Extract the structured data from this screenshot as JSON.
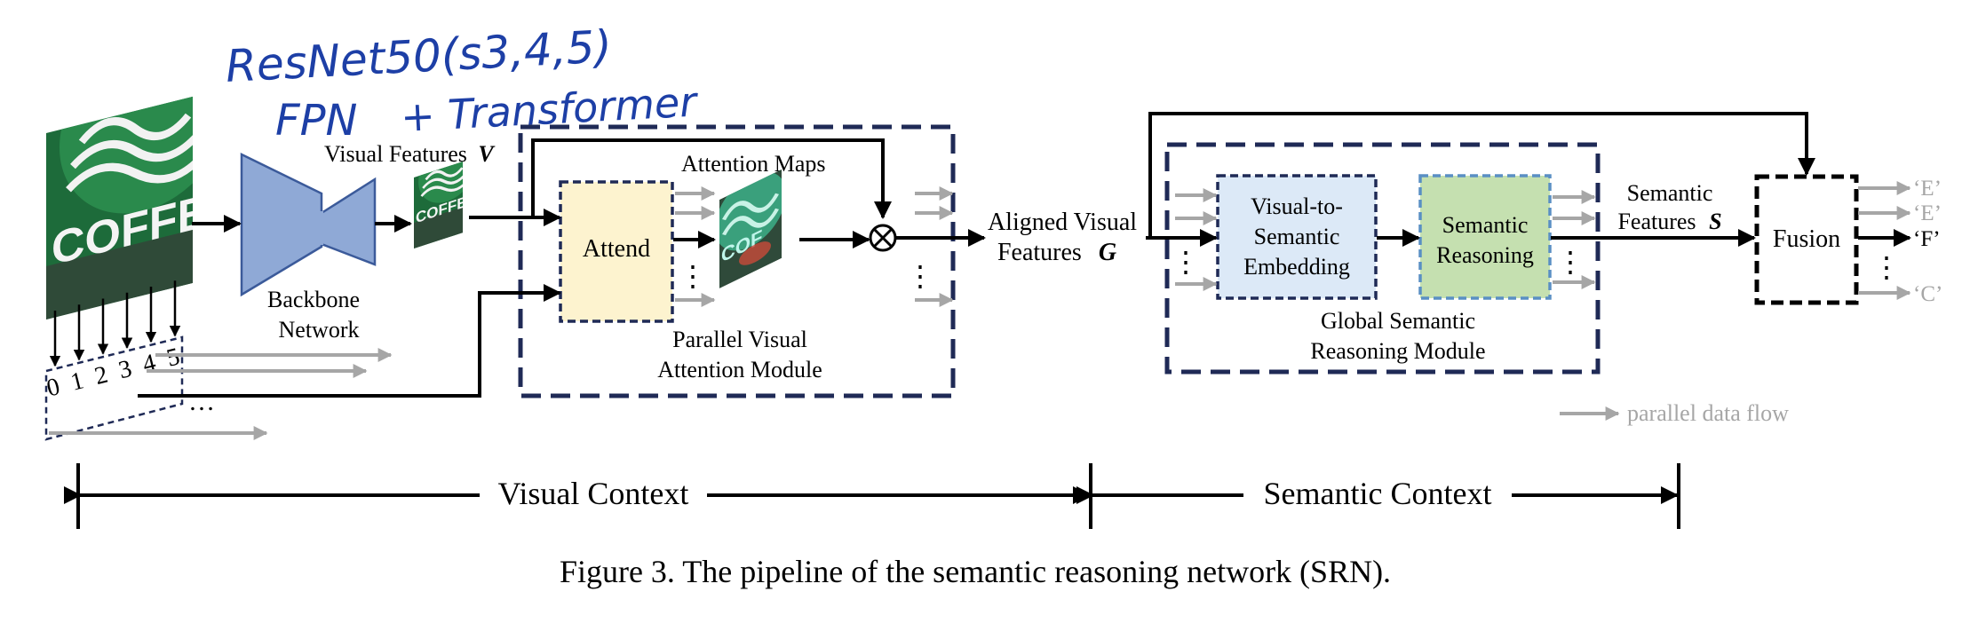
{
  "annotation": {
    "line1": "ResNet50(s3,4,5)",
    "line2_left": "FPN",
    "line2_right": "+ Transformer",
    "color": "#1d3fa6"
  },
  "input": {
    "image_word": "COFFEE",
    "position_indices": [
      "0",
      "1",
      "2",
      "3",
      "4",
      "5"
    ],
    "ellipsis": "…"
  },
  "backbone": {
    "label_line1": "Backbone",
    "label_line2": "Network",
    "fill": "#8fa9d6",
    "stroke": "#3b5a9a"
  },
  "visual_features": {
    "label": "Visual Features",
    "symbol": "V"
  },
  "pvam": {
    "attend_label": "Attend",
    "attention_maps_label": "Attention Maps",
    "module_line1": "Parallel Visual",
    "module_line2": "Attention Module",
    "attend_fill": "#fdf3cf",
    "multiply_symbol": "⊗",
    "vertical_ellipsis": "⋮"
  },
  "aligned": {
    "line1": "Aligned Visual",
    "line2": "Features",
    "symbol": "G"
  },
  "gsrm": {
    "embed_line1": "Visual-to-",
    "embed_line2": "Semantic",
    "embed_line3": "Embedding",
    "reason_line1": "Semantic",
    "reason_line2": "Reasoning",
    "module_line1": "Global Semantic",
    "module_line2": "Reasoning Module",
    "embed_fill": "#dce9f7",
    "reason_fill": "#c5e0b0",
    "vertical_ellipsis": "⋮"
  },
  "semantic_features": {
    "line1": "Semantic",
    "line2": "Features",
    "symbol": "S"
  },
  "fusion": {
    "label": "Fusion",
    "outputs": [
      "‘E’",
      "‘E’",
      "‘F’",
      "‘C’"
    ],
    "vertical_ellipsis": "⋮"
  },
  "legend": {
    "label": "parallel data flow",
    "color": "#a6a6a6"
  },
  "context": {
    "visual": "Visual Context",
    "semantic": "Semantic Context"
  },
  "caption": "Figure 3. The pipeline of the semantic reasoning network (SRN).",
  "colors": {
    "dash_navy": "#1f2a56",
    "gray_arrow": "#a6a6a6",
    "ink": "#000000"
  }
}
